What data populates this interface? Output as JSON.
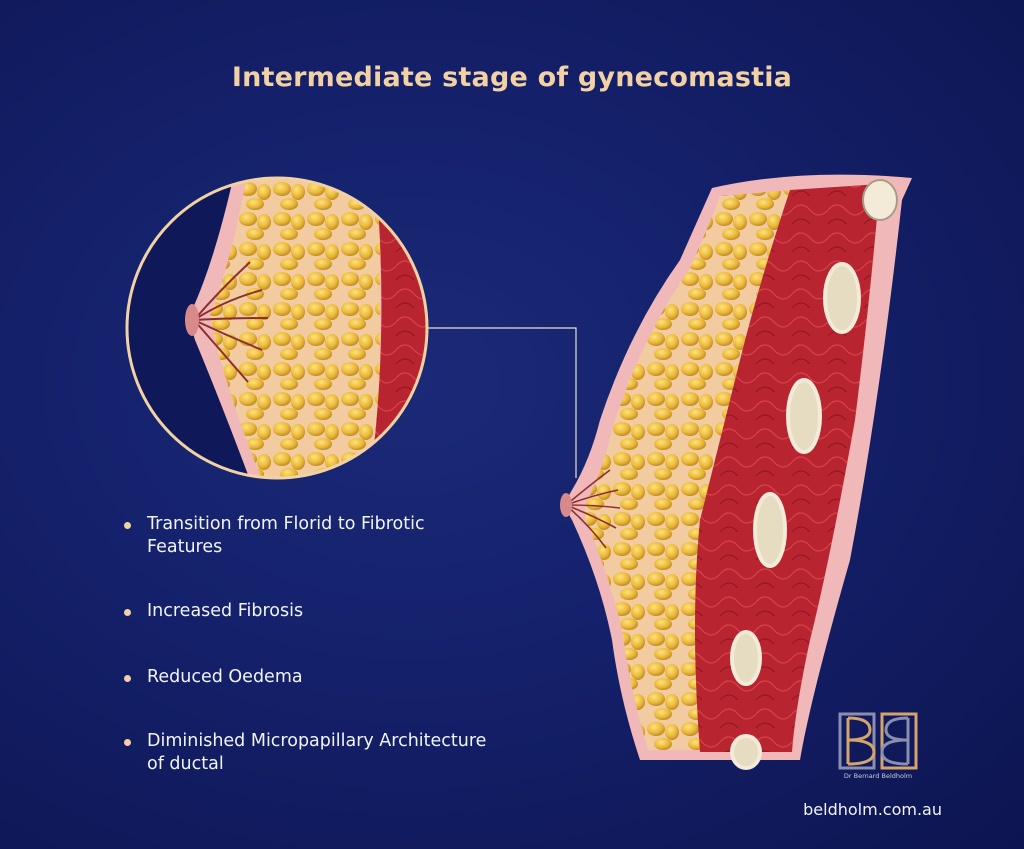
{
  "title": "Intermediate stage of gynecomastia",
  "bullets": [
    "Transition from Florid to Fibrotic Features",
    "Increased Fibrosis",
    "Reduced Oedema",
    "Diminished Micropapillary Architecture of ductal"
  ],
  "logo": {
    "caption": "Dr Bernard Beldholm"
  },
  "website": "beldholm.com.au",
  "colors": {
    "background": "#14206a",
    "title": "#f2d2a4",
    "fat": "#e8b83a",
    "muscle": "#b0202a",
    "skin": "#f0b8b8",
    "bone": "#d8d0b8"
  }
}
